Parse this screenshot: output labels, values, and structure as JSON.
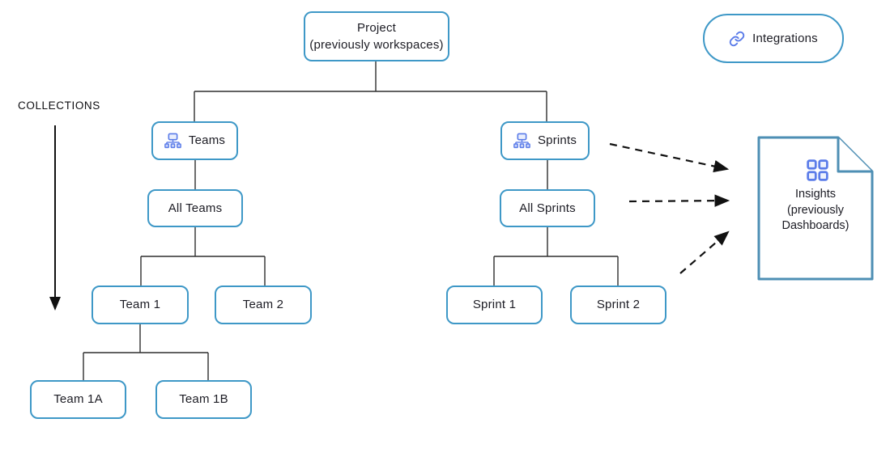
{
  "diagram": {
    "title_region": {
      "collections_label": "COLLECTIONS"
    },
    "nodes": {
      "project": {
        "line1": "Project",
        "line2": "(previously workspaces)"
      },
      "teams": {
        "label": "Teams"
      },
      "sprints": {
        "label": "Sprints"
      },
      "all_teams": {
        "label": "All Teams"
      },
      "all_sprints": {
        "label": "All Sprints"
      },
      "team1": {
        "label": "Team 1"
      },
      "team2": {
        "label": "Team 2"
      },
      "sprint1": {
        "label": "Sprint 1"
      },
      "sprint2": {
        "label": "Sprint 2"
      },
      "team1a": {
        "label": "Team 1A"
      },
      "team1b": {
        "label": "Team 1B"
      },
      "integrations": {
        "label": "Integrations"
      },
      "insights": {
        "line1": "Insights",
        "line2": "(previously",
        "line3": "Dashboards)"
      }
    },
    "icons": {
      "teams": "org-chart-icon",
      "sprints": "org-chart-icon",
      "integrations": "link-icon",
      "insights": "grid-icon"
    },
    "edges": {
      "tree": [
        "Project -> Teams",
        "Project -> Sprints",
        "Teams -> All Teams",
        "All Teams -> Team 1",
        "All Teams -> Team 2",
        "Team 1 -> Team 1A",
        "Team 1 -> Team 1B",
        "Sprints -> All Sprints",
        "All Sprints -> Sprint 1",
        "All Sprints -> Sprint 2"
      ],
      "dashed_arrows": [
        "Sprints -> Insights",
        "All Sprints -> Insights",
        "Sprints subtree -> Insights"
      ],
      "collections_arrow": "COLLECTIONS spans Teams through Team 1A/1B levels"
    },
    "colors": {
      "node_border": "#3E98C7",
      "document_border": "#4E8FB4",
      "icon_accent": "#5B7CE9",
      "connector_line": "#2E2E2E",
      "arrow": "#111111",
      "text": "#1c1c24"
    }
  }
}
